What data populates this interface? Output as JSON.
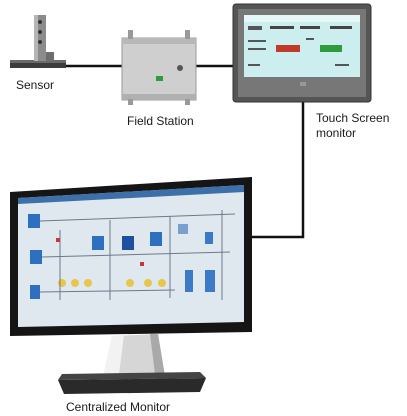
{
  "labels": {
    "sensor": "Sensor",
    "field_station": "Field Station",
    "touch_screen_line1": "Touch Screen",
    "touch_screen_line2": "monitor",
    "centralized_monitor": "Centralized Monitor"
  },
  "colors": {
    "wire": "#111111",
    "box_gray": "#c9c9c9",
    "panel_dark": "#5a5a5a",
    "screen_teal": "#c9ecec",
    "monitor_black": "#1b1b1b",
    "scada_blue": "#2f6fbf"
  }
}
